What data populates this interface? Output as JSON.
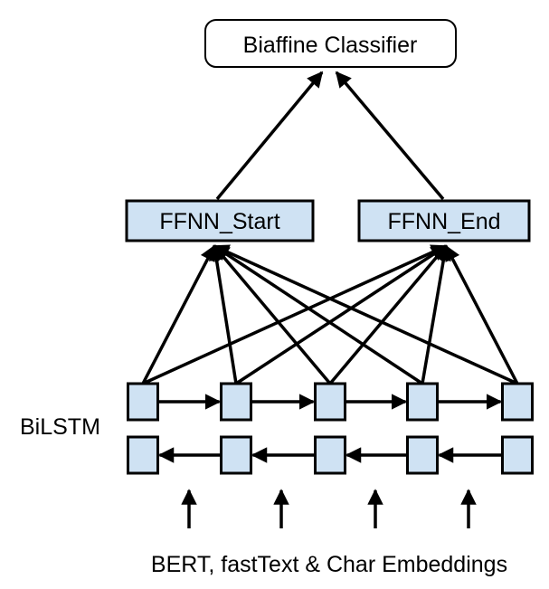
{
  "classifier": {
    "label": "Biaffine Classifier"
  },
  "ffnn_start": {
    "label": "FFNN_Start"
  },
  "ffnn_end": {
    "label": "FFNN_End"
  },
  "bilstm": {
    "label": "BiLSTM"
  },
  "embeddings": {
    "label": "BERT, fastText & Char Embeddings"
  },
  "colors": {
    "node_fill": "#cfe2f3",
    "stroke": "#000000"
  }
}
